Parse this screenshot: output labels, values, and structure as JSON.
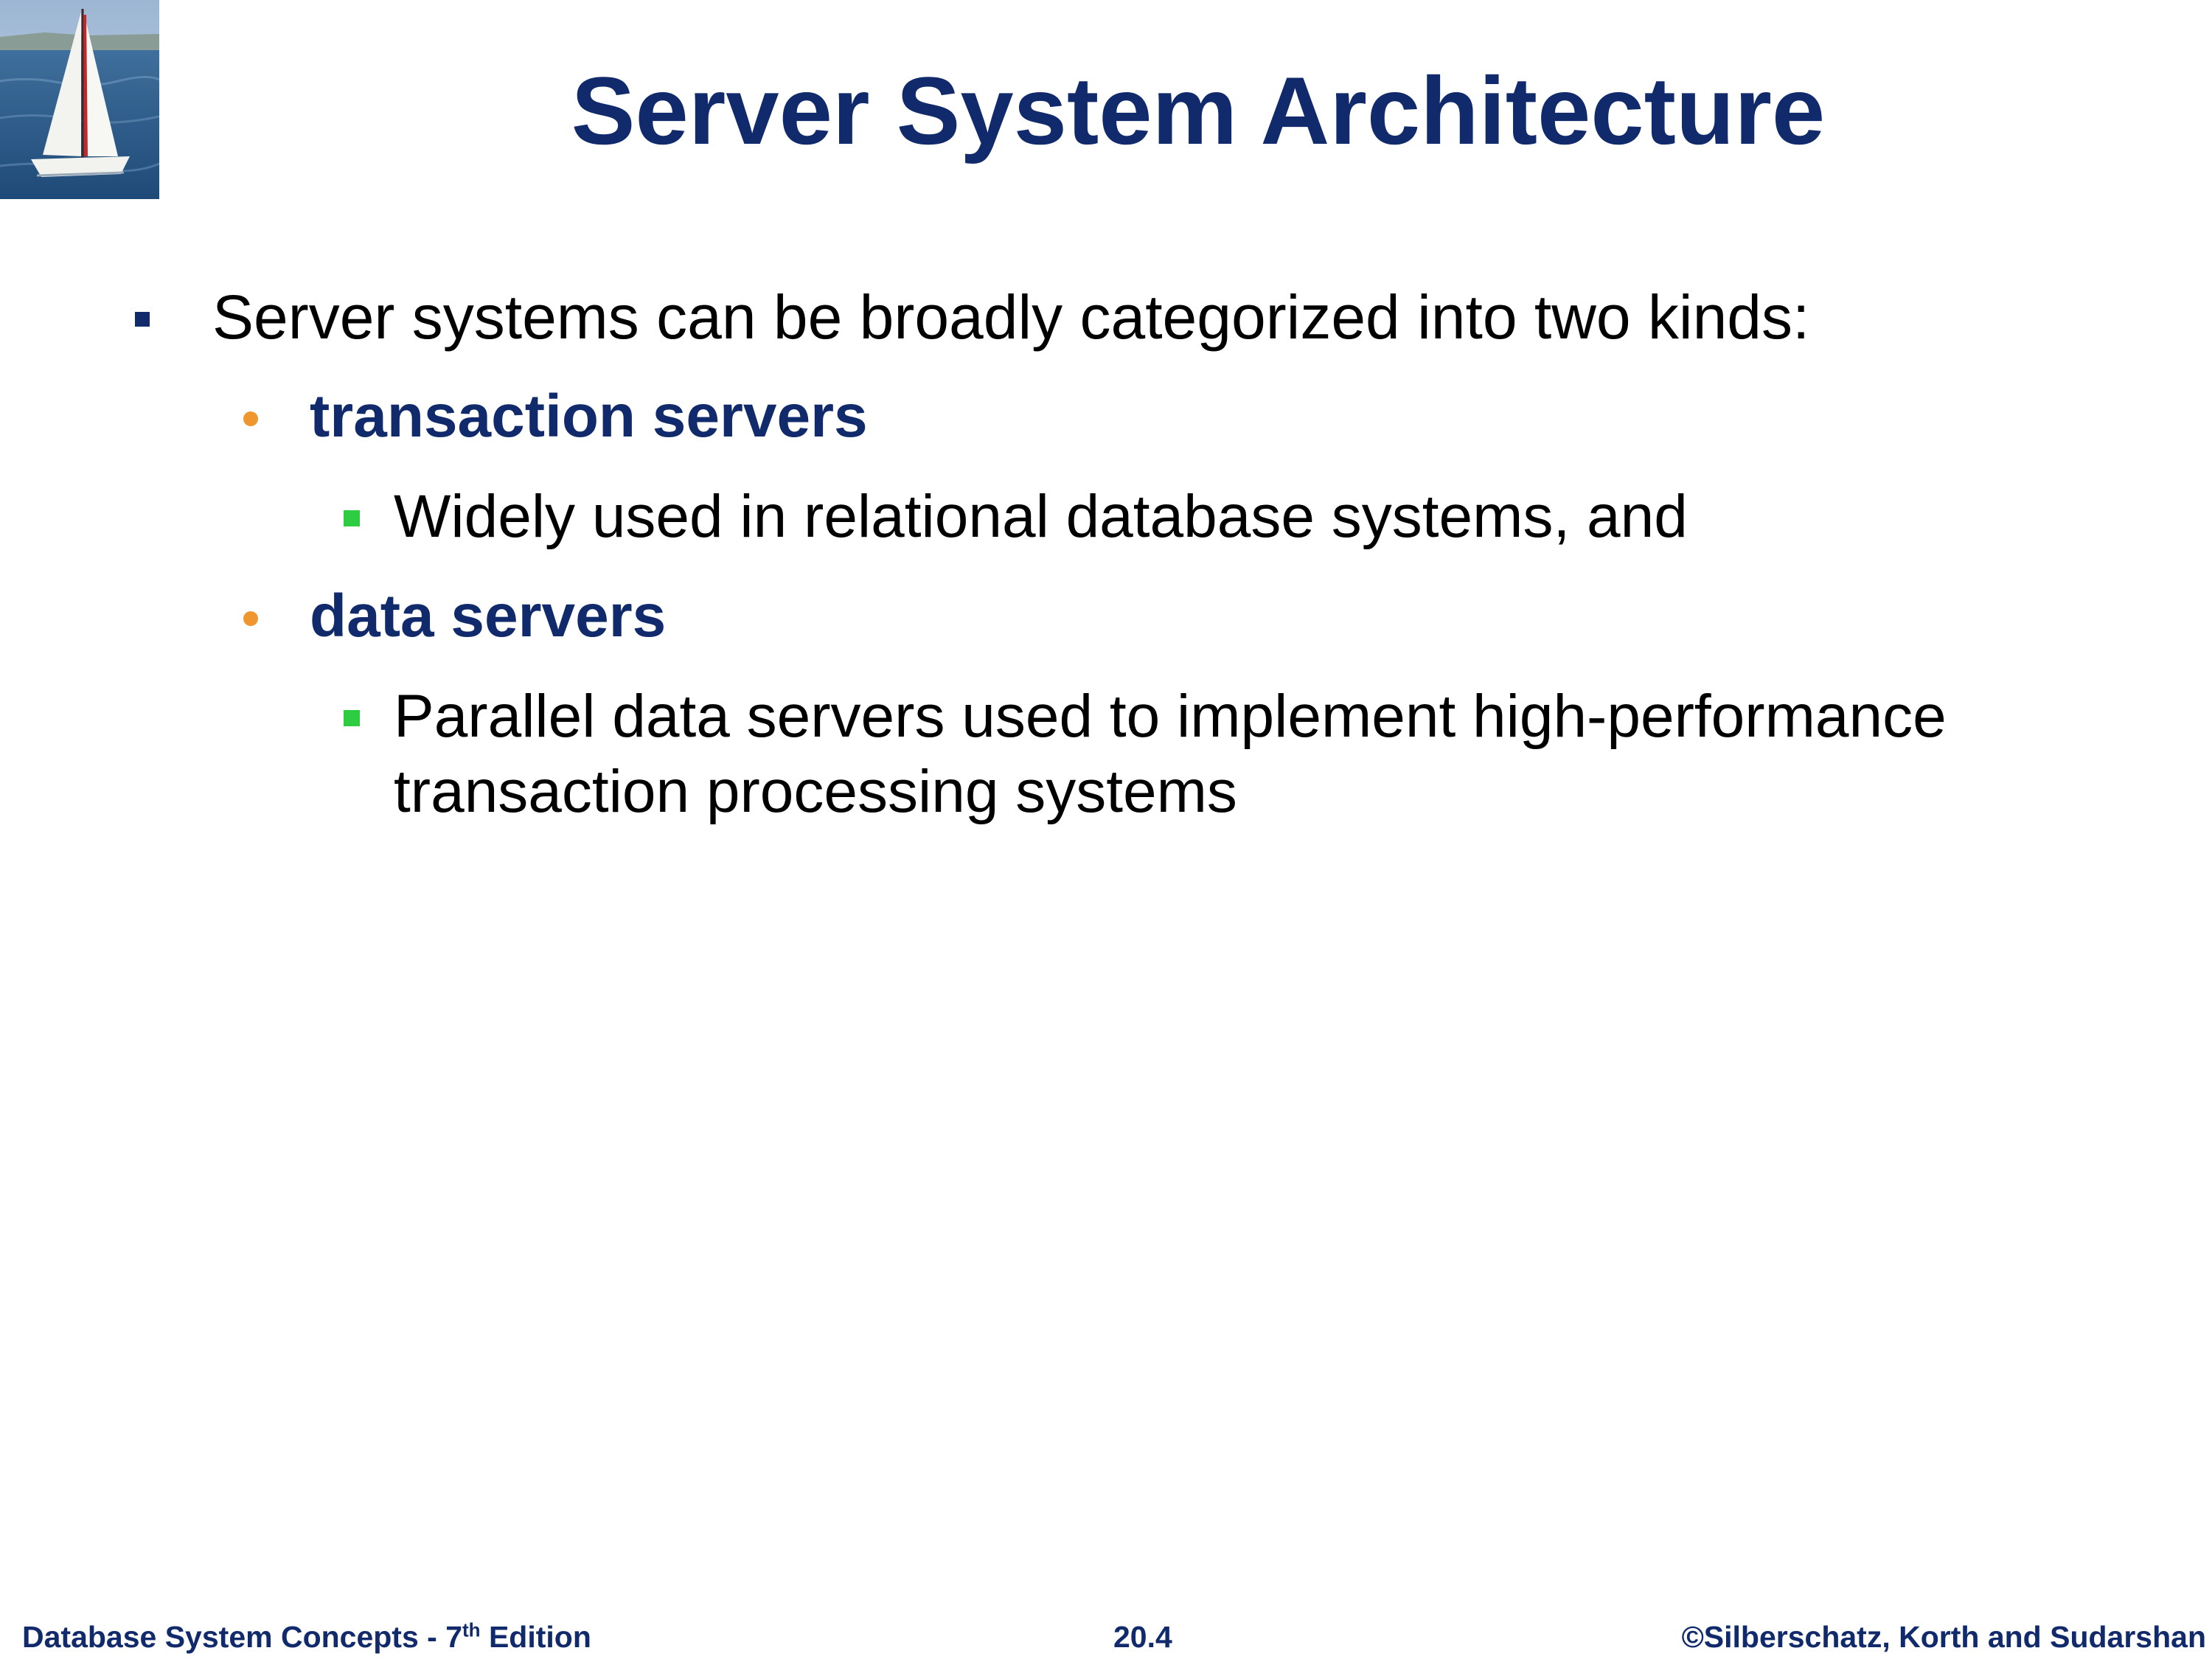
{
  "slide": {
    "title": "Server System Architecture",
    "bullets": [
      {
        "text": "Server systems can be broadly categorized into two kinds:",
        "children": [
          {
            "text": "transaction servers",
            "children": [
              {
                "text": "Widely used in relational database systems, and"
              }
            ]
          },
          {
            "text": "data servers",
            "children": [
              {
                "text": "Parallel data servers used to implement high-performance transaction processing systems"
              }
            ]
          }
        ]
      }
    ]
  },
  "footer": {
    "book_prefix": "Database System Concepts - 7",
    "book_sup": "th",
    "book_suffix": " Edition",
    "page_number": "20.4",
    "copyright": "©Silberschatz, Korth and Sudarshan"
  },
  "colors": {
    "title": "#102a6b",
    "bullet_level1": "#102a6b",
    "bullet_level2": "#f0962e",
    "bullet_level3": "#2ecc40",
    "footer": "#102a6b"
  },
  "logo": {
    "icon": "sailboat-icon"
  }
}
